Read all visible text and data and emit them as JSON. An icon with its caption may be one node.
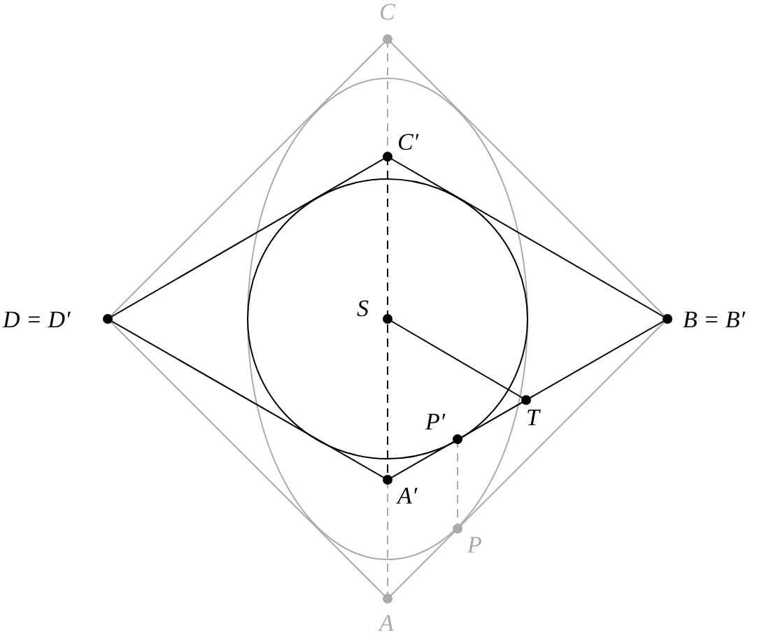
{
  "diagram": {
    "labels": [
      "C",
      "C′",
      "D = D′",
      "S",
      "B = B′",
      "P′",
      "T",
      "A′",
      "P",
      "A"
    ]
  }
}
